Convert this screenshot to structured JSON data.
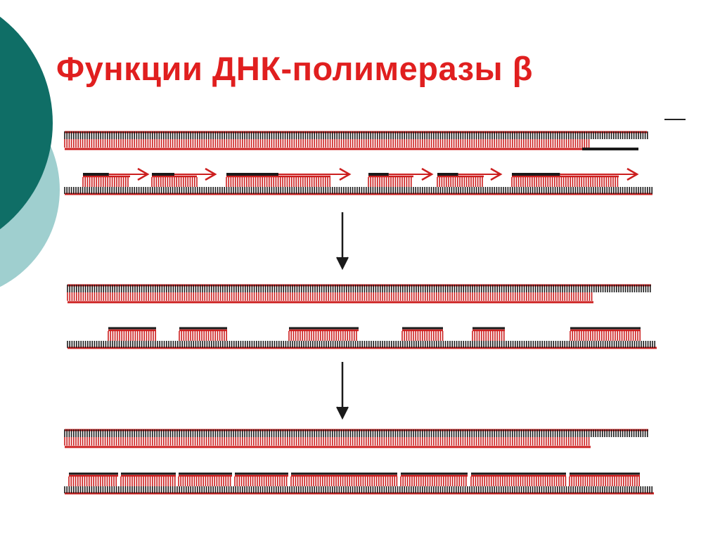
{
  "slide": {
    "title": "Функции ДНК-полимеразы β",
    "colors": {
      "title": "#e01f1f",
      "strand_red": "#cc1f1f",
      "strand_black": "#1a1a1a",
      "circle_dark": "#0f6e66",
      "circle_light": "#9fcfcf"
    }
  },
  "diagram": {
    "stages": [
      {
        "name": "primers-with-okazaki-fragments",
        "top_strand": {
          "complete": true,
          "black_tail": true
        },
        "bottom_strand": {
          "fragments": [
            {
              "primer_frac": 0.55,
              "has_arrow": true
            },
            {
              "primer_frac": 0.5,
              "has_arrow": true
            },
            {
              "primer_frac": 0.5,
              "has_arrow": true
            },
            {
              "primer_frac": 0.45,
              "has_arrow": true
            },
            {
              "primer_frac": 0.45,
              "has_arrow": true
            },
            {
              "primer_frac": 0.45,
              "has_arrow": true
            }
          ]
        }
      },
      {
        "name": "primers-removed-gaps",
        "top_strand": {
          "complete": true,
          "black_tail": false
        },
        "bottom_strand": {
          "fragments": 6,
          "gapped": true
        }
      },
      {
        "name": "gaps-filled",
        "top_strand": {
          "complete": true,
          "black_tail": false
        },
        "bottom_strand": {
          "fragments": 8,
          "gapped": false
        }
      }
    ],
    "arrows": 2
  }
}
